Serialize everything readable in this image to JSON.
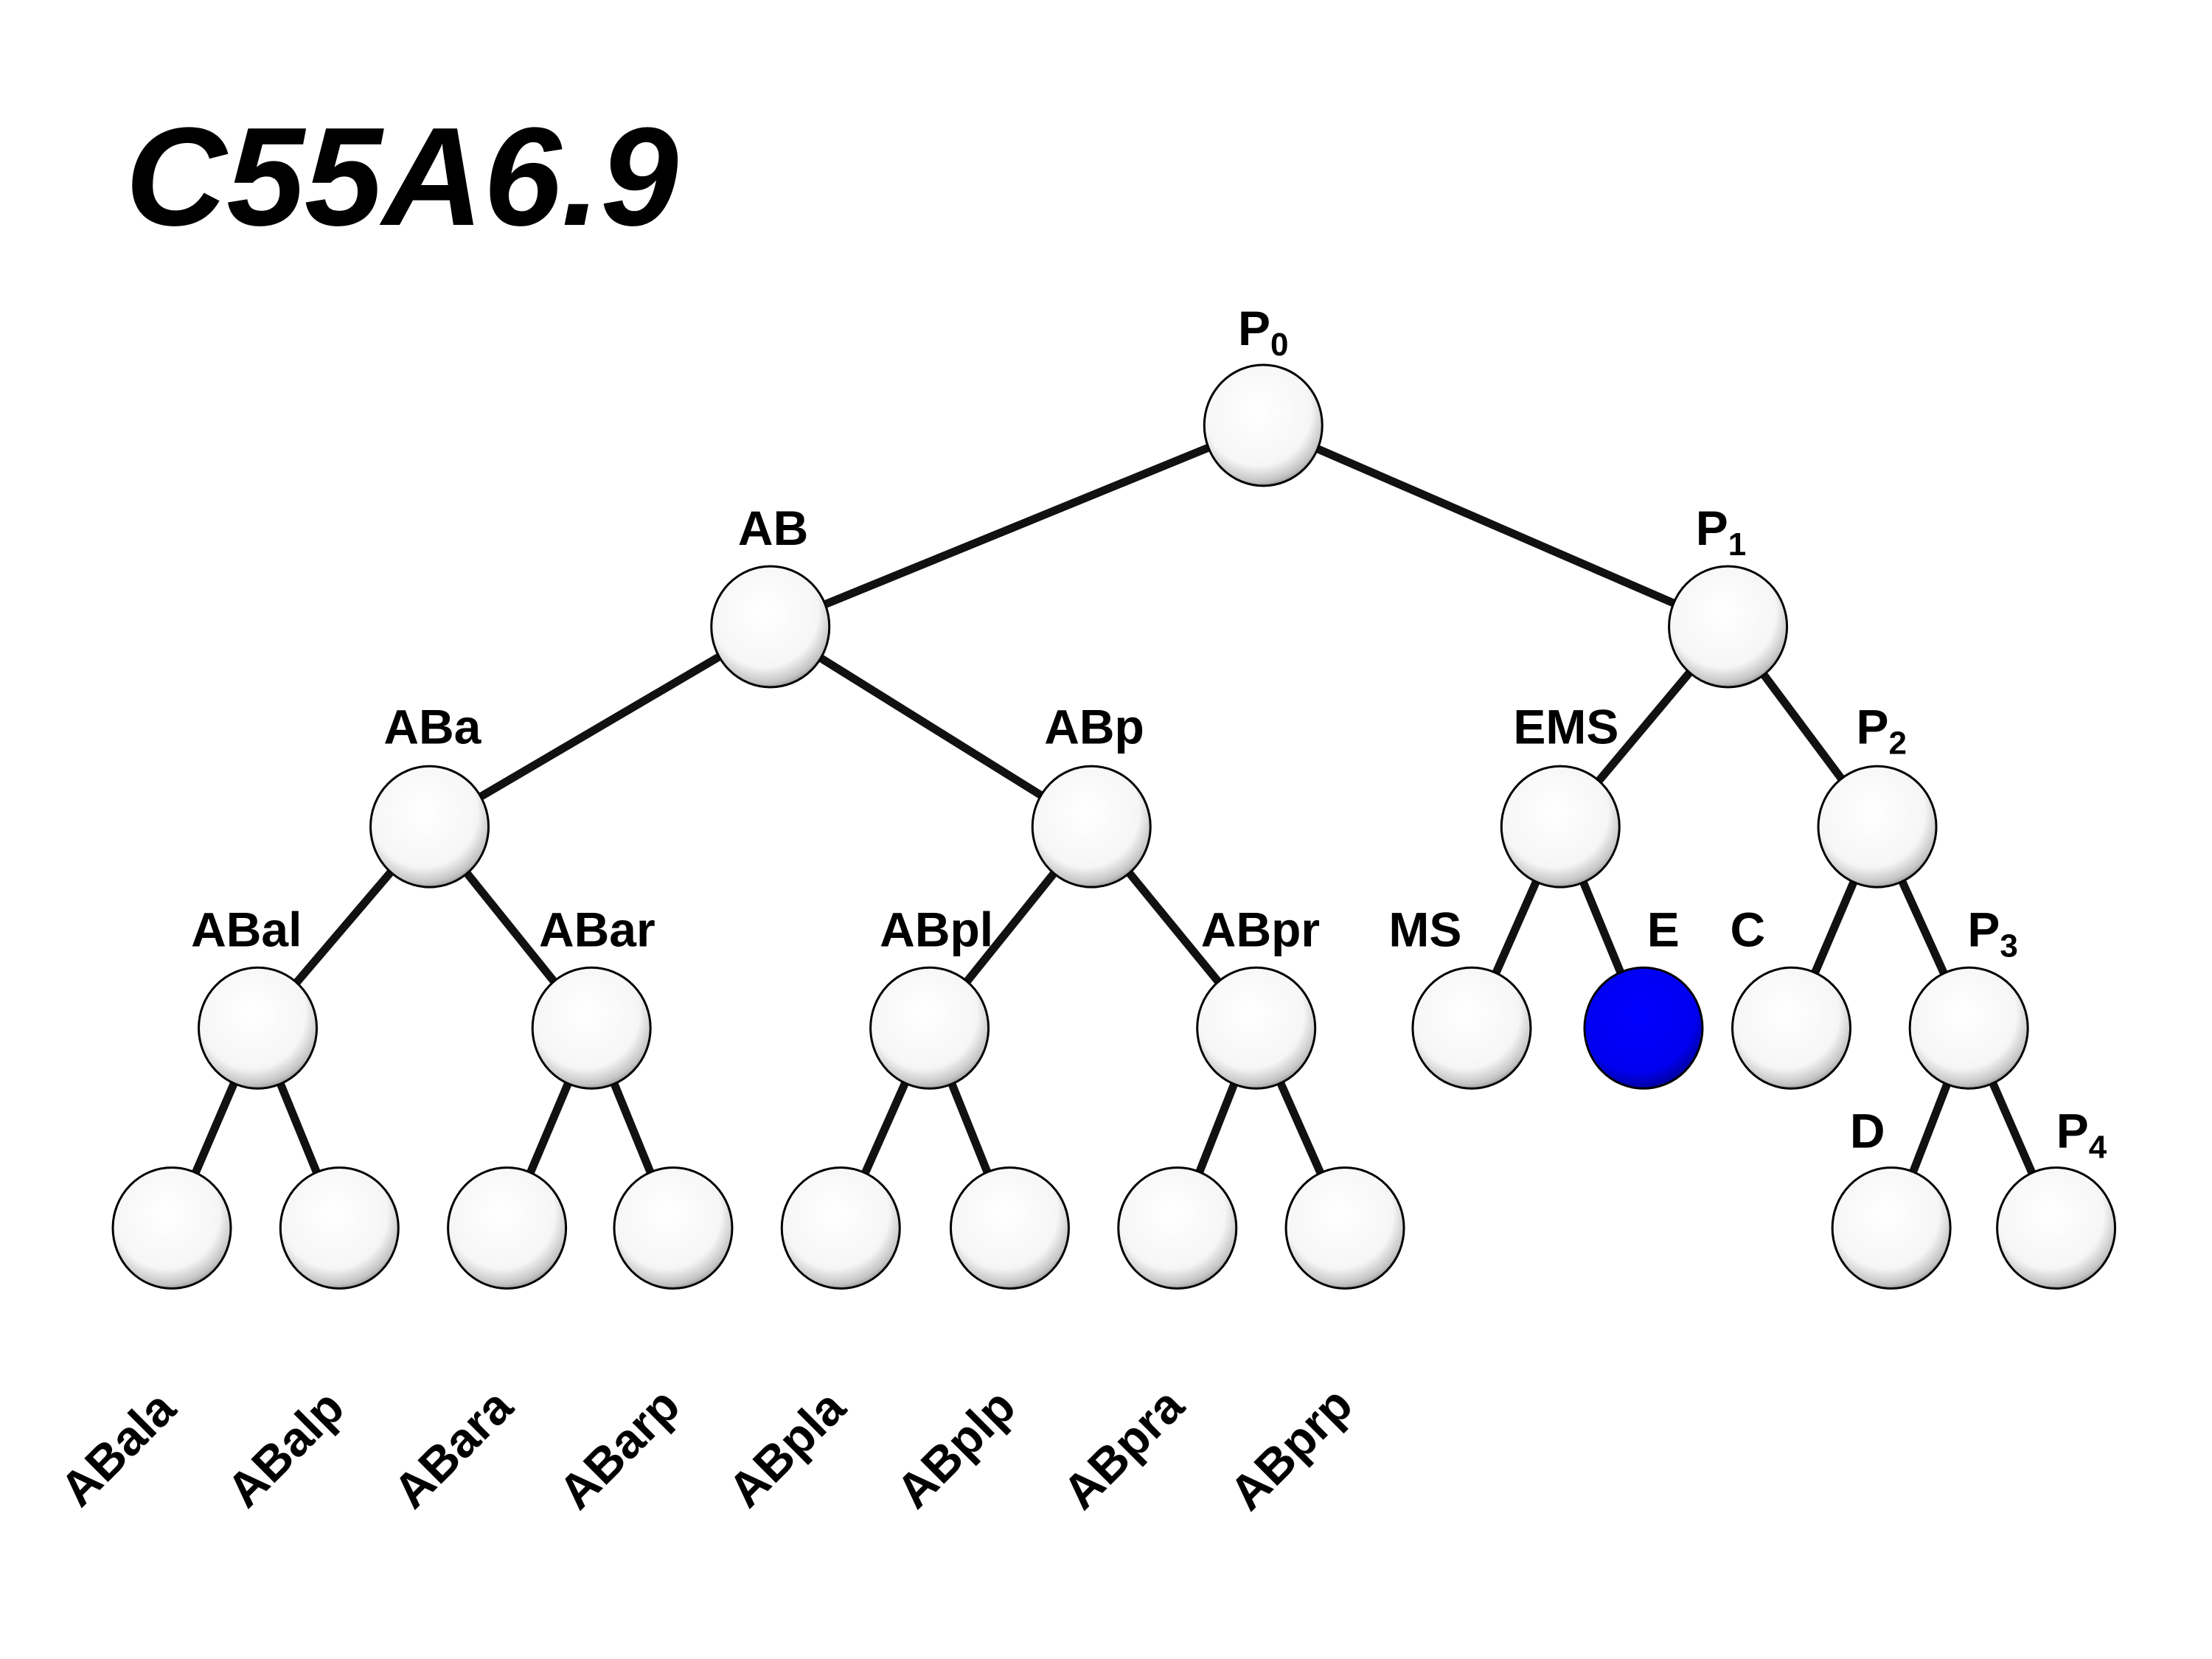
{
  "title": "C55A6.9",
  "highlight_color": "#0000ff",
  "nodes": [
    {
      "id": "P0",
      "label": "P",
      "sub": "0"
    },
    {
      "id": "AB",
      "label": "AB"
    },
    {
      "id": "P1",
      "label": "P",
      "sub": "1"
    },
    {
      "id": "ABa",
      "label": "ABa"
    },
    {
      "id": "ABp",
      "label": "ABp"
    },
    {
      "id": "EMS",
      "label": "EMS"
    },
    {
      "id": "P2",
      "label": "P",
      "sub": "2"
    },
    {
      "id": "ABal",
      "label": "ABal"
    },
    {
      "id": "ABar",
      "label": "ABar"
    },
    {
      "id": "ABpl",
      "label": "ABpl"
    },
    {
      "id": "ABpr",
      "label": "ABpr"
    },
    {
      "id": "MS",
      "label": "MS"
    },
    {
      "id": "E",
      "label": "E",
      "highlighted": true
    },
    {
      "id": "C",
      "label": "C"
    },
    {
      "id": "P3",
      "label": "P",
      "sub": "3"
    },
    {
      "id": "ABala",
      "label": "ABala"
    },
    {
      "id": "ABalp",
      "label": "ABalp"
    },
    {
      "id": "ABara",
      "label": "ABara"
    },
    {
      "id": "ABarp",
      "label": "ABarp"
    },
    {
      "id": "ABpla",
      "label": "ABpla"
    },
    {
      "id": "ABplp",
      "label": "ABplp"
    },
    {
      "id": "ABpra",
      "label": "ABpra"
    },
    {
      "id": "ABprp",
      "label": "ABprp"
    },
    {
      "id": "D",
      "label": "D"
    },
    {
      "id": "P4",
      "label": "P",
      "sub": "4"
    }
  ],
  "edges": [
    [
      "P0",
      "AB"
    ],
    [
      "P0",
      "P1"
    ],
    [
      "AB",
      "ABa"
    ],
    [
      "AB",
      "ABp"
    ],
    [
      "P1",
      "EMS"
    ],
    [
      "P1",
      "P2"
    ],
    [
      "ABa",
      "ABal"
    ],
    [
      "ABa",
      "ABar"
    ],
    [
      "ABp",
      "ABpl"
    ],
    [
      "ABp",
      "ABpr"
    ],
    [
      "EMS",
      "MS"
    ],
    [
      "EMS",
      "E"
    ],
    [
      "P2",
      "C"
    ],
    [
      "P2",
      "P3"
    ],
    [
      "ABal",
      "ABala"
    ],
    [
      "ABal",
      "ABalp"
    ],
    [
      "ABar",
      "ABara"
    ],
    [
      "ABar",
      "ABarp"
    ],
    [
      "ABpl",
      "ABpla"
    ],
    [
      "ABpl",
      "ABplp"
    ],
    [
      "ABpr",
      "ABpra"
    ],
    [
      "ABpr",
      "ABprp"
    ],
    [
      "P3",
      "D"
    ],
    [
      "P3",
      "P4"
    ]
  ]
}
